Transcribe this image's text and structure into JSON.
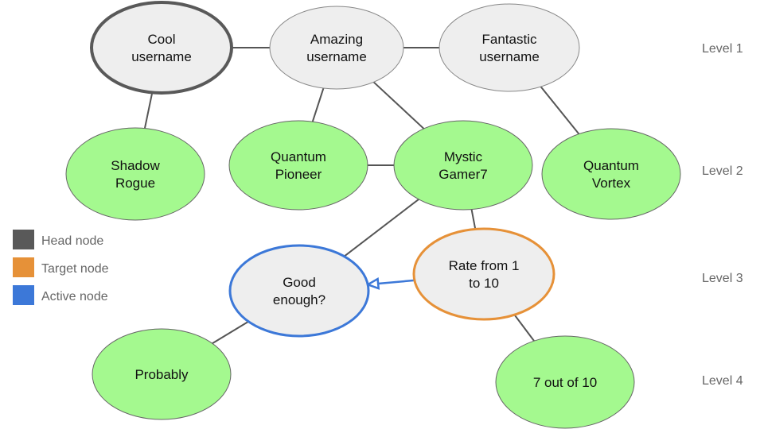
{
  "colors": {
    "edge": "#555555",
    "node_fill_default": "#eeeeee",
    "node_fill_leaf": "#a4f98f",
    "head": "#595959",
    "target": "#e69138",
    "active": "#3c78d8"
  },
  "legend": [
    {
      "label": "Head node",
      "color": "#595959"
    },
    {
      "label": "Target node",
      "color": "#e69138"
    },
    {
      "label": "Active node",
      "color": "#3c78d8"
    }
  ],
  "levels": [
    "Level 1",
    "Level 2",
    "Level 3",
    "Level 4"
  ],
  "nodes": [
    {
      "id": "cool",
      "lines": [
        "Cool",
        "username"
      ],
      "level": 1,
      "type": "head"
    },
    {
      "id": "amazing",
      "lines": [
        "Amazing",
        "username"
      ],
      "level": 1,
      "type": "default"
    },
    {
      "id": "fantastic",
      "lines": [
        "Fantastic",
        "username"
      ],
      "level": 1,
      "type": "default"
    },
    {
      "id": "shadow",
      "lines": [
        "Shadow",
        "Rogue"
      ],
      "level": 2,
      "type": "leaf"
    },
    {
      "id": "pioneer",
      "lines": [
        "Quantum",
        "Pioneer"
      ],
      "level": 2,
      "type": "leaf"
    },
    {
      "id": "mystic",
      "lines": [
        "Mystic",
        "Gamer7"
      ],
      "level": 2,
      "type": "leaf"
    },
    {
      "id": "vortex",
      "lines": [
        "Quantum",
        "Vortex"
      ],
      "level": 2,
      "type": "leaf"
    },
    {
      "id": "good",
      "lines": [
        "Good",
        "enough?"
      ],
      "level": 3,
      "type": "active"
    },
    {
      "id": "rate",
      "lines": [
        "Rate from 1",
        "to 10"
      ],
      "level": 3,
      "type": "target"
    },
    {
      "id": "probably",
      "lines": [
        "Probably"
      ],
      "level": 4,
      "type": "leaf"
    },
    {
      "id": "seven",
      "lines": [
        "7 out of 10"
      ],
      "level": 4,
      "type": "leaf"
    }
  ],
  "edges": [
    {
      "from": "cool",
      "to": "amazing"
    },
    {
      "from": "amazing",
      "to": "fantastic"
    },
    {
      "from": "cool",
      "to": "shadow"
    },
    {
      "from": "amazing",
      "to": "pioneer"
    },
    {
      "from": "amazing",
      "to": "mystic"
    },
    {
      "from": "fantastic",
      "to": "vortex"
    },
    {
      "from": "pioneer",
      "to": "mystic"
    },
    {
      "from": "mystic",
      "to": "good"
    },
    {
      "from": "mystic",
      "to": "rate"
    },
    {
      "from": "good",
      "to": "probably"
    },
    {
      "from": "rate",
      "to": "seven"
    },
    {
      "from": "rate",
      "to": "good",
      "arrow": true
    }
  ]
}
